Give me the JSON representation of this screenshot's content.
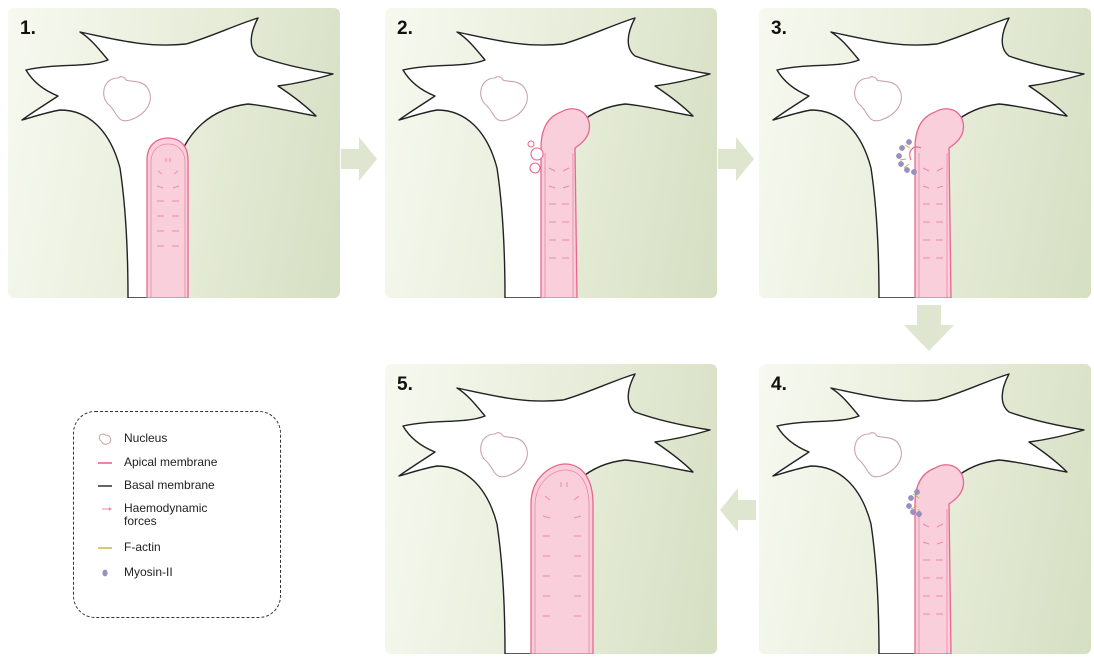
{
  "panels": [
    {
      "number": "1."
    },
    {
      "number": "2."
    },
    {
      "number": "3."
    },
    {
      "number": "4."
    },
    {
      "number": "5."
    }
  ],
  "legend": {
    "items": [
      {
        "label": "Nucleus",
        "symbol": "nucleus-outline",
        "color": "#c9a3a8"
      },
      {
        "label": "Apical membrane",
        "symbol": "line",
        "color": "#e8668f"
      },
      {
        "label": "Basal membrane",
        "symbol": "line",
        "color": "#222222"
      },
      {
        "label": "Haemodynamic forces",
        "symbol": "arrow",
        "color": "#f08aa8"
      },
      {
        "label": "F-actin",
        "symbol": "line",
        "color": "#c9b23a"
      },
      {
        "label": "Myosin-II",
        "symbol": "dot",
        "color": "#9a8fbf"
      }
    ]
  },
  "colors": {
    "panel_bg": "#e6ecd8",
    "apical_fill": "#f9cfdc",
    "apical_stroke": "#e8668f",
    "basal_stroke": "#222222",
    "arrow_fill": "#dfe6cf"
  }
}
